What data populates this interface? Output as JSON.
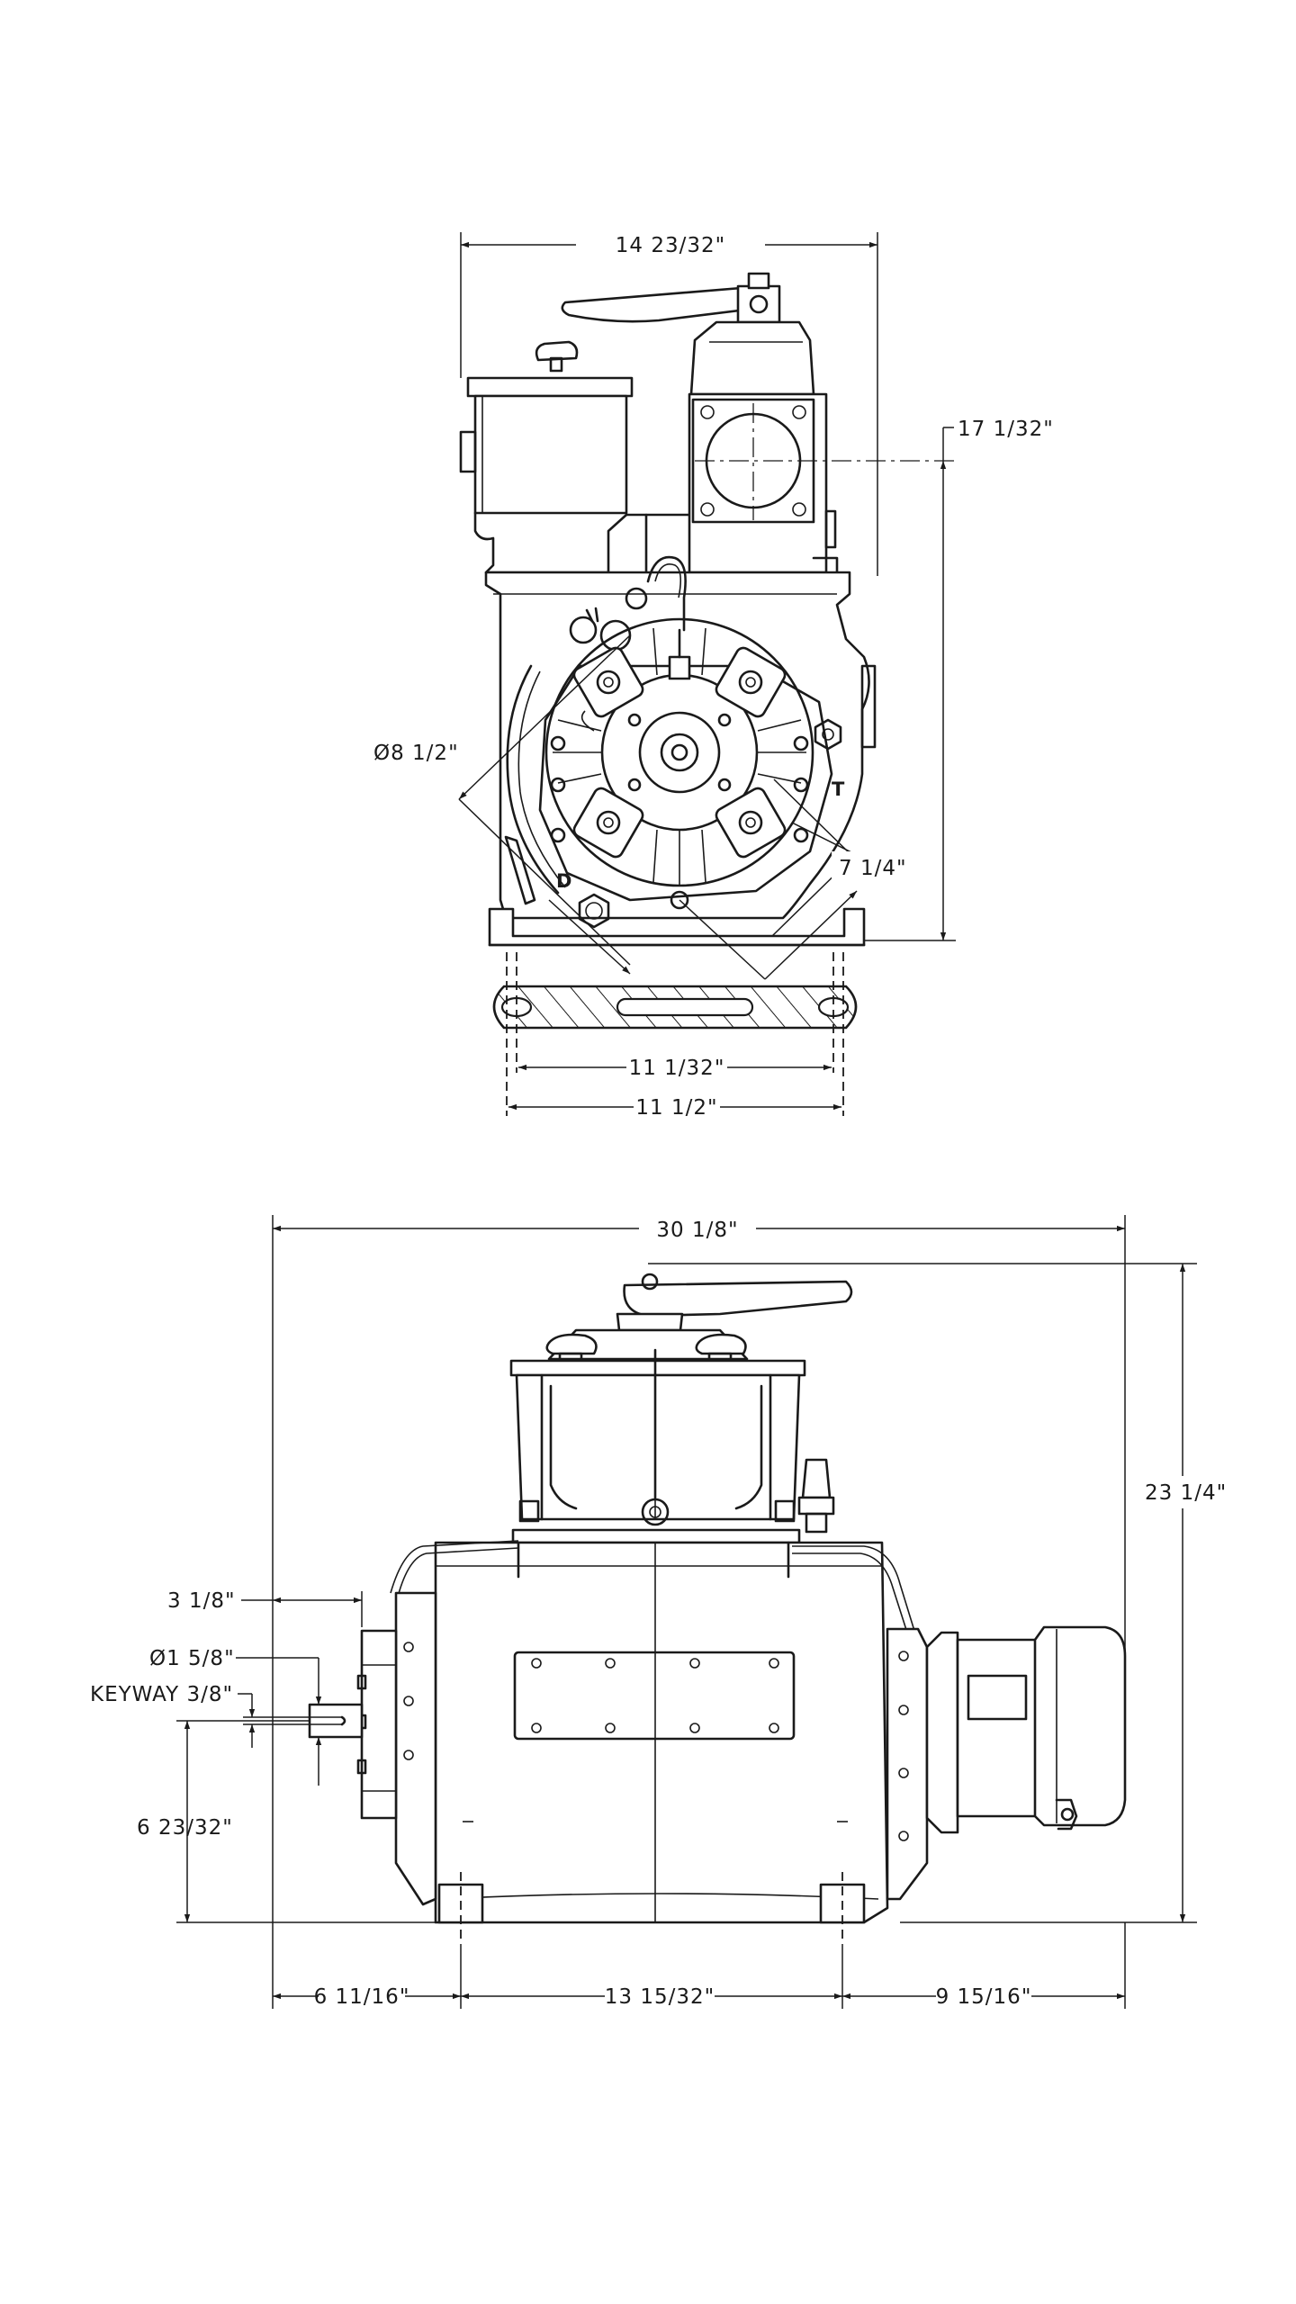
{
  "end_view": {
    "dim_overall_width": "14 23/32\"",
    "dim_port_height": "17 1/32\"",
    "dim_diameter": "Ø8 1/2\"",
    "dim_bolt_span": "7 1/4\"",
    "dim_inner_span": "11 1/32\"",
    "dim_outer_span": "11 1/2\"",
    "mark_d": "D",
    "mark_t": "T"
  },
  "side_view": {
    "dim_overall_length": "30 1/8\"",
    "dim_overall_height": "23 1/4\"",
    "dim_shaft_extension": "3 1/8\"",
    "dim_shaft_diameter": "Ø1 5/8\"",
    "dim_keyway": "KEYWAY 3/8\"",
    "dim_shaft_height": "6 23/32\"",
    "dim_left_offset": "6 11/16\"",
    "dim_center_span": "13 15/32\"",
    "dim_right_offset": "9 15/16\""
  },
  "colors": {
    "line": "#1a1a1a",
    "background": "#ffffff"
  }
}
